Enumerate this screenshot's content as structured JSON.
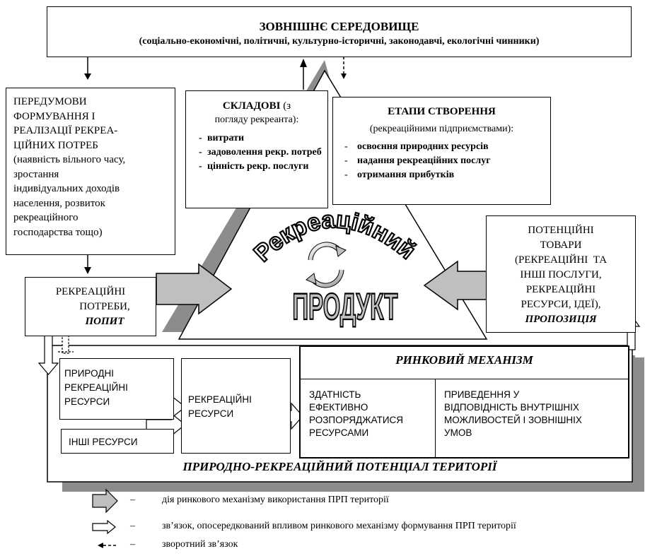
{
  "external": {
    "title": "ЗОВНІШНЄ СЕРЕДОВИЩЕ",
    "subtitle": "(соціально-економічні, політичні, культурно-історичні, законодавчі, екологічні чинники)"
  },
  "prerequisites": {
    "lines": [
      "ПЕРЕДУМОВИ",
      "ФОРМУВАННЯ І",
      "РЕАЛІЗАЦІЇ РЕКРЕА-",
      "ЦІЙНИХ ПОТРЕБ",
      "(наявність вільного часу,",
      "зростання",
      "індивідуальних доходів",
      "населення, розвиток",
      "рекреаційного",
      "господарства тощо)"
    ]
  },
  "components": {
    "title": "СКЛАДОВІ",
    "title_suffix": " (з",
    "subtitle": "погляду рекреанта):",
    "items": [
      "витрати",
      "задоволення рекр. потреб",
      "цінність рекр. послуги"
    ]
  },
  "stages": {
    "title": "ЕТАПИ СТВОРЕННЯ",
    "subtitle": "(рекреаційними підприємствами):",
    "items": [
      "освоєння природних ресурсів",
      "надання рекреаційних послуг",
      "отримання прибутків"
    ]
  },
  "product": {
    "word1": "Рекреаційний",
    "word2": "ПРОДУКТ"
  },
  "needs": {
    "line1": "РЕКРЕАЦІЙНІ",
    "line2": "ПОТРЕБИ,",
    "emph": "ПОПИТ"
  },
  "supply": {
    "lines": [
      "ПОТЕНЦІЙНІ",
      "ТОВАРИ",
      "(РЕКРЕАЦІЙНІ  ТА",
      "ІНШІ ПОСЛУГИ,",
      "РЕКРЕАЦІЙНІ",
      "РЕСУРСИ, ІДЕЇ),"
    ],
    "emph": "ПРОПОЗИЦІЯ"
  },
  "natural_resources": {
    "lines": [
      "ПРИРОДНІ",
      "РЕКРЕАЦІЙНІ",
      "РЕСУРСИ"
    ]
  },
  "other_resources": {
    "label": "ІНШІ РЕСУРСИ"
  },
  "recreational_resources": {
    "lines": [
      "РЕКРЕАЦІЙНІ",
      "РЕСУРСИ"
    ]
  },
  "market": {
    "title": "РИНКОВИЙ МЕХАНІЗМ",
    "left_lines": [
      "ЗДАТНІСТЬ",
      "ЕФЕКТИВНО",
      "РОЗПОРЯДЖАТИСЯ",
      "РЕСУРСАМИ"
    ],
    "right_lines": [
      "ПРИВЕДЕННЯ У",
      "ВІДПОВІДНІСТЬ ВНУТРІШНІХ",
      "МОЖЛИВОСТЕЙ І ЗОВНІШНІХ",
      "УМОВ"
    ]
  },
  "potential": {
    "label": "ПРИРОДНО-РЕКРЕАЦІЙНИЙ ПОТЕНЦІАЛ ТЕРИТОРІЇ"
  },
  "legend": [
    {
      "dash": "–",
      "text": "дія ринкового механізму використання ПРП території"
    },
    {
      "dash": "–",
      "text": "зв’язок, опосередкований впливом ринкового механізму формування ПРП території"
    },
    {
      "dash": "–",
      "text": "зворотний зв’язок"
    }
  ],
  "colors": {
    "shadow": "#8c8c8c",
    "arrow_fill": "#bfbfbf",
    "line": "#000000"
  }
}
